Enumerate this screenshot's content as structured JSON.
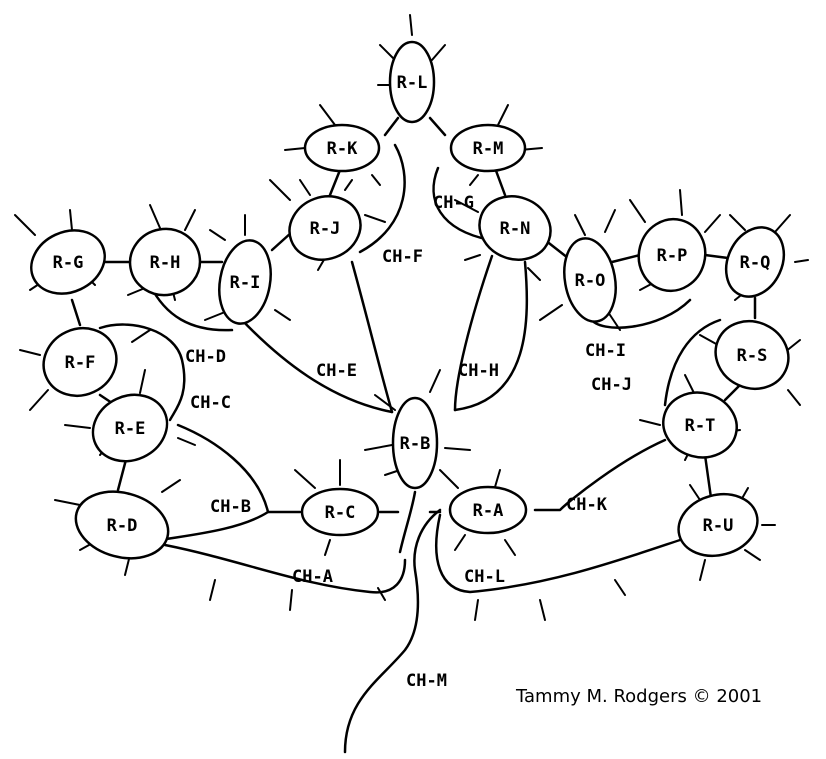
{
  "colors": {
    "ink": "#000000",
    "background": "#ffffff"
  },
  "nodes": [
    {
      "id": "RL",
      "label": "R-L"
    },
    {
      "id": "RK",
      "label": "R-K"
    },
    {
      "id": "RM",
      "label": "R-M"
    },
    {
      "id": "RJ",
      "label": "R-J"
    },
    {
      "id": "RN",
      "label": "R-N"
    },
    {
      "id": "RG",
      "label": "R-G"
    },
    {
      "id": "RH",
      "label": "R-H"
    },
    {
      "id": "RI",
      "label": "R-I"
    },
    {
      "id": "RO",
      "label": "R-O"
    },
    {
      "id": "RP",
      "label": "R-P"
    },
    {
      "id": "RQ",
      "label": "R-Q"
    },
    {
      "id": "RF",
      "label": "R-F"
    },
    {
      "id": "RS",
      "label": "R-S"
    },
    {
      "id": "RE",
      "label": "R-E"
    },
    {
      "id": "RT",
      "label": "R-T"
    },
    {
      "id": "RB",
      "label": "R-B"
    },
    {
      "id": "RC",
      "label": "R-C"
    },
    {
      "id": "RA",
      "label": "R-A"
    },
    {
      "id": "RD",
      "label": "R-D"
    },
    {
      "id": "RU",
      "label": "R-U"
    }
  ],
  "channels": [
    {
      "id": "CHF",
      "label": "CH-F"
    },
    {
      "id": "CHG",
      "label": "CH-G"
    },
    {
      "id": "CHD",
      "label": "CH-D"
    },
    {
      "id": "CHC",
      "label": "CH-C"
    },
    {
      "id": "CHE",
      "label": "CH-E"
    },
    {
      "id": "CHH",
      "label": "CH-H"
    },
    {
      "id": "CHI",
      "label": "CH-I"
    },
    {
      "id": "CHJ",
      "label": "CH-J"
    },
    {
      "id": "CHB",
      "label": "CH-B"
    },
    {
      "id": "CHK",
      "label": "CH-K"
    },
    {
      "id": "CHA",
      "label": "CH-A"
    },
    {
      "id": "CHL",
      "label": "CH-L"
    },
    {
      "id": "CHM",
      "label": "CH-M"
    }
  ],
  "credit": "Tammy M. Rodgers © 2001"
}
